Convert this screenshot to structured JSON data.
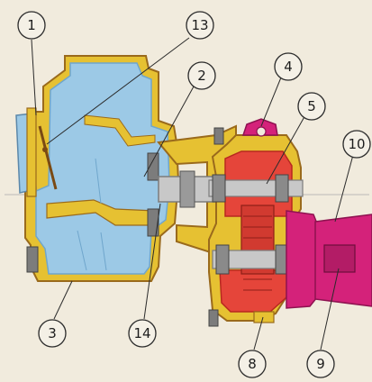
{
  "callouts": [
    {
      "id": "c1",
      "label": "1"
    },
    {
      "id": "c13",
      "label": "13"
    },
    {
      "id": "c2",
      "label": "2"
    },
    {
      "id": "c4",
      "label": "4"
    },
    {
      "id": "c5",
      "label": "5"
    },
    {
      "id": "c10",
      "label": "10"
    },
    {
      "id": "c3",
      "label": "3"
    },
    {
      "id": "c14",
      "label": "14"
    },
    {
      "id": "c8",
      "label": "8"
    },
    {
      "id": "c9",
      "label": "9"
    }
  ],
  "colors": {
    "background": "#f1ebdd",
    "housing_yellow": "#e6c132",
    "outline_brown": "#9a6a1c",
    "chamber_blue": "#9cc9e6",
    "chamber_blue_dark": "#6fa6cc",
    "pump_red": "#e5453a",
    "pump_red_dark": "#b8281f",
    "motor_magenta": "#d4227a",
    "shaft_gray": "#c8c8c8",
    "shaft_gray_dark": "#7c7c7c"
  }
}
